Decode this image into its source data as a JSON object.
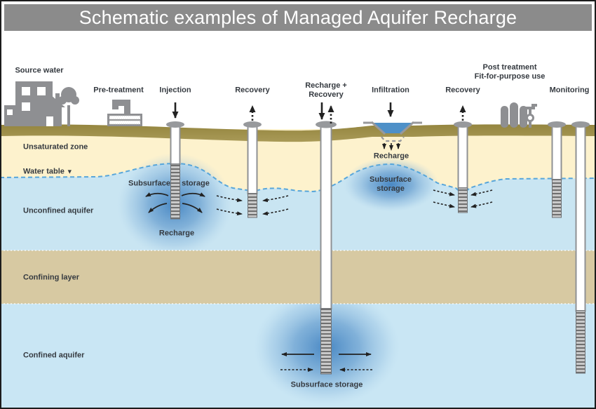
{
  "title": "Schematic examples of Managed Aquifer Recharge",
  "colors": {
    "title_bar": "#8b8b8b",
    "title_text": "#ffffff",
    "sky": "#ffffff",
    "surface_soil": "#9c8d4b",
    "unsaturated_zone": "#fdf2cd",
    "unconfined_aquifer": "#c9e5f2",
    "confining_layer": "#d7c9a2",
    "confined_aquifer": "#c9e6f4",
    "water_table_line": "#58a6da",
    "recharge_plume": "#3d7fbf",
    "basin_water": "#4e90c8",
    "icon_gray": "#8e8f92",
    "label_text": "#353a40",
    "arrow": "#222222"
  },
  "top_labels": {
    "source_water": "Source water",
    "pre_treatment": "Pre-treatment",
    "injection": "Injection",
    "recovery_1": "Recovery",
    "recharge_recovery_line1": "Recharge +",
    "recharge_recovery_line2": "Recovery",
    "infiltration": "Infiltration",
    "recovery_2": "Recovery",
    "post_treatment_line1": "Post treatment",
    "post_treatment_line2": "Fit-for-purpose use",
    "monitoring": "Monitoring"
  },
  "layer_labels": {
    "unsaturated_zone": "Unsaturated zone",
    "water_table": "Water table",
    "unconfined_aquifer": "Unconfined aquifer",
    "confining_layer": "Confining layer",
    "confined_aquifer": "Confined aquifer"
  },
  "annotations": {
    "injection_subsurface": "Subsurface",
    "injection_storage": "storage",
    "injection_recharge": "Recharge",
    "basin_recharge": "Recharge",
    "basin_storage_line1": "Subsurface",
    "basin_storage_line2": "storage",
    "deep_storage": "Subsurface storage"
  },
  "icons": {
    "water_table_marker": "▼"
  }
}
